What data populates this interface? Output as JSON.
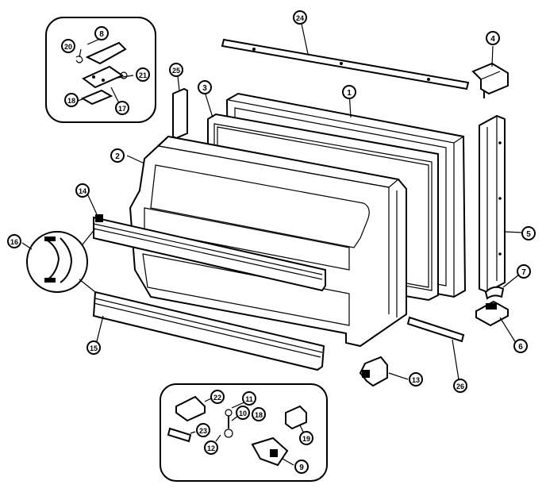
{
  "callouts": [
    {
      "id": "c1",
      "text": "1"
    },
    {
      "id": "c2",
      "text": "2"
    },
    {
      "id": "c3",
      "text": "3"
    },
    {
      "id": "c4",
      "text": "4"
    },
    {
      "id": "c5",
      "text": "5"
    },
    {
      "id": "c6",
      "text": "6"
    },
    {
      "id": "c7",
      "text": "7"
    },
    {
      "id": "c8",
      "text": "8"
    },
    {
      "id": "c9",
      "text": "9"
    },
    {
      "id": "c10",
      "text": "10"
    },
    {
      "id": "c11",
      "text": "11"
    },
    {
      "id": "c12",
      "text": "12"
    },
    {
      "id": "c13",
      "text": "13"
    },
    {
      "id": "c14",
      "text": "14"
    },
    {
      "id": "c15",
      "text": "15"
    },
    {
      "id": "c16",
      "text": "16"
    },
    {
      "id": "c17",
      "text": "17"
    },
    {
      "id": "c18a",
      "text": "18"
    },
    {
      "id": "c18b",
      "text": "18"
    },
    {
      "id": "c19",
      "text": "19"
    },
    {
      "id": "c20",
      "text": "20"
    },
    {
      "id": "c21",
      "text": "21"
    },
    {
      "id": "c22",
      "text": "22"
    },
    {
      "id": "c23",
      "text": "23"
    },
    {
      "id": "c24",
      "text": "24"
    },
    {
      "id": "c25",
      "text": "25"
    },
    {
      "id": "c26",
      "text": "26"
    }
  ]
}
